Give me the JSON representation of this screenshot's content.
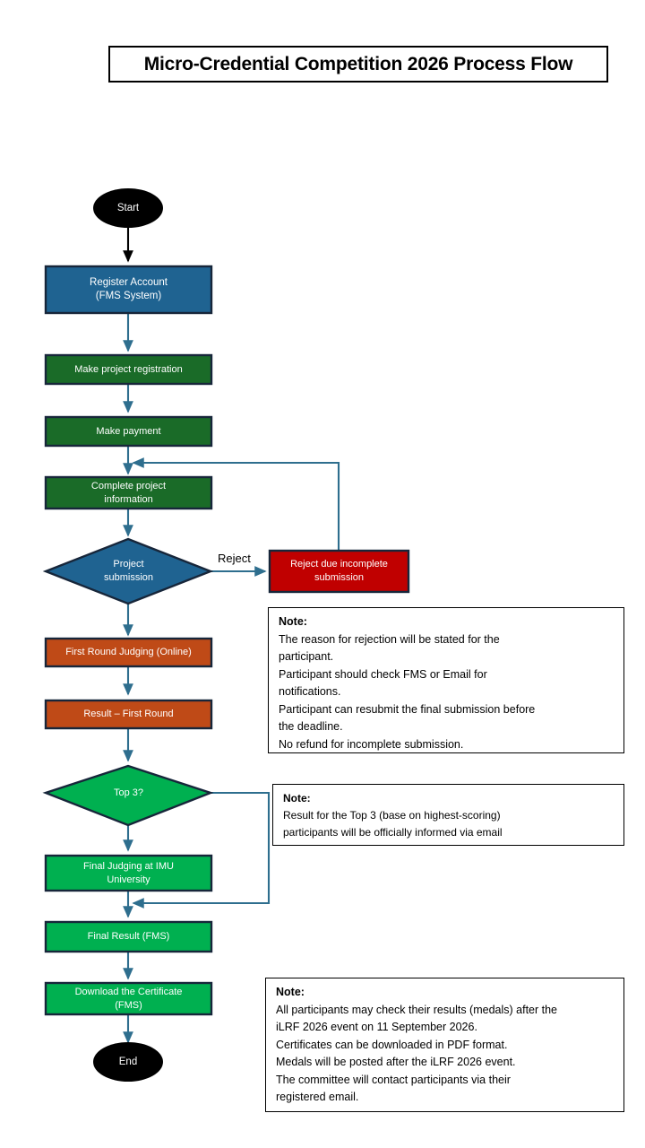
{
  "title": {
    "text": "Micro-Credential Competition 2026 Process Flow"
  },
  "colors": {
    "blue": "#1F6391",
    "dark_green": "#1A6B28",
    "bright_green": "#00B050",
    "orange": "#BF4A17",
    "red": "#C00000",
    "black": "#000000",
    "connector": "#2E6E8E",
    "node_border": "#17263A"
  },
  "nodes": {
    "start": {
      "label": "Start",
      "shape": "terminator",
      "color": "#000000"
    },
    "register_account": {
      "line1": "Register Account",
      "line2": "(FMS System)",
      "shape": "process",
      "color": "#1F6391"
    },
    "make_project_registration": {
      "label": "Make project registration",
      "shape": "process",
      "color": "#1A6B28"
    },
    "make_payment": {
      "label": "Make payment",
      "shape": "process",
      "color": "#1A6B28"
    },
    "complete_project_information": {
      "line1": "Complete project",
      "line2": "information",
      "shape": "process",
      "color": "#1A6B28"
    },
    "project_submission": {
      "line1": "Project",
      "line2": "submission",
      "shape": "decision",
      "color": "#1F6391"
    },
    "reject_incomplete": {
      "line1": "Reject due incomplete",
      "line2": "submission",
      "shape": "process",
      "color": "#C00000"
    },
    "first_round_judging": {
      "label": "First Round Judging (Online)",
      "shape": "process",
      "color": "#BF4A17"
    },
    "result_first_round": {
      "label": "Result – First Round",
      "shape": "process",
      "color": "#BF4A17"
    },
    "top_3": {
      "label": "Top 3?",
      "shape": "decision",
      "color": "#00B050"
    },
    "final_judging": {
      "line1": "Final Judging at IMU",
      "line2": "University",
      "shape": "process",
      "color": "#00B050"
    },
    "final_result": {
      "label": "Final Result (FMS)",
      "shape": "process",
      "color": "#00B050"
    },
    "download_certificate": {
      "line1": "Download the Certificate",
      "line2": "(FMS)",
      "shape": "process",
      "color": "#00B050"
    },
    "end": {
      "label": "End",
      "shape": "terminator",
      "color": "#000000"
    }
  },
  "edges": {
    "reject_label": "Reject"
  },
  "notes": {
    "rejection": {
      "heading": "Note:",
      "lines": [
        "The reason for rejection will be stated for the",
        "participant.",
        "Participant should check FMS or Email for",
        "notifications.",
        "Participant can resubmit the final submission before",
        "the deadline.",
        "No refund for incomplete submission."
      ]
    },
    "top3": {
      "heading": "Note:",
      "lines": [
        "Result for the Top 3 (base on highest-scoring)",
        "participants will be officially informed via email"
      ]
    },
    "results": {
      "heading": "Note:",
      "lines": [
        "All participants may check their results (medals) after the",
        "iLRF 2026 event on 11 September 2026.",
        "Certificates can be downloaded in PDF format.",
        "Medals will be posted after the iLRF 2026 event.",
        "The committee will contact participants via their",
        "registered email."
      ]
    }
  }
}
